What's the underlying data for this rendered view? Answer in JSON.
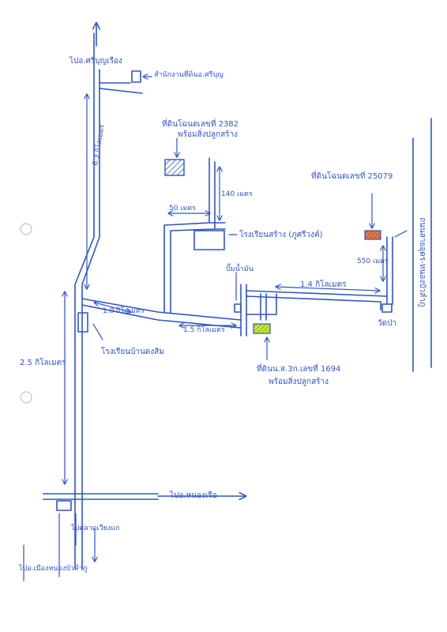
{
  "labels": {
    "top_north": "ไปอ.ศรีบุญเรือง",
    "dept_office": "สำนักงานที่ดินอ.ศรีบุญ",
    "dist_63": "6.3 กิโลเมตร",
    "plot1_title": "ที่ดินโฉนดเลขที่ 2382",
    "plot1_sub": "พร้อมสิ่งปลูกสร้าง",
    "dist_140": "140 เมตร",
    "dist_50": "50 เมตร",
    "school_nong": "โรงเรียนสร้าง (ภูศรีวงค์)",
    "plot2_title": "ที่ดินโฉนดเลขที่ 25079",
    "dist_550": "550 เมตร",
    "temple": "วัดป่า",
    "road_right": "ถนนสายอุดร-หนองบัวลำภู",
    "dist_14": "1.4 กิโลเมตร",
    "fuel_station": "ปั๊มน้ำมัน",
    "dist_10": "1.0 กิโลเมตร",
    "dist_15": "1.5 กิโลเมตร",
    "school2": "โรงเรียนบ้านดงสิม",
    "plot3_title": "ที่ดินน.ส.3ก.เลขที่ 1694",
    "plot3_sub": "พร้อมสิ่งปลูกสร้าง",
    "dist_25": "2.5 กิโลเมตร",
    "to_nongbua": "ไปอ.หนองเรือ",
    "to_market": "ไปตลาดเวียงแก",
    "to_city": "ไปอ.เมืองหนองบัวลำภู"
  },
  "colors": {
    "ink": "#2f55c8",
    "plot_orange": "#e8763a",
    "plot_yellow": "#c8e632"
  }
}
